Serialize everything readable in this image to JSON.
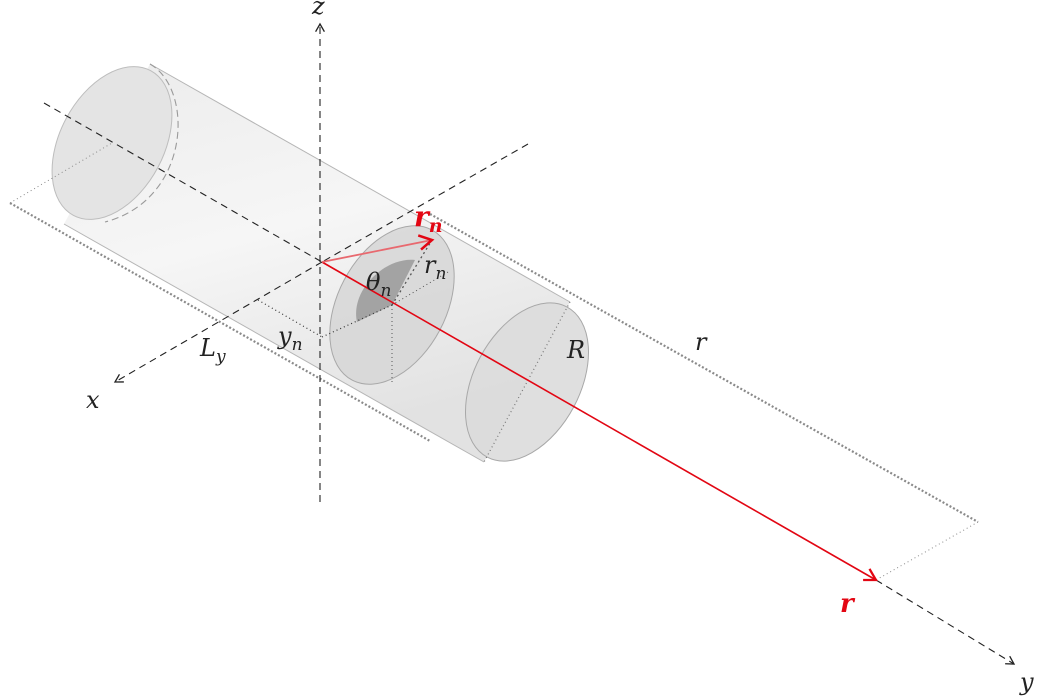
{
  "labels": {
    "axis_z": "z",
    "axis_x": "x",
    "axis_y": "y",
    "vector_r": "r",
    "vector_rn_base": "r",
    "vector_rn_sub": "n",
    "theta_base": "θ",
    "theta_sub": "n",
    "rn_base": "r",
    "rn_sub": "n",
    "yn_base": "y",
    "yn_sub": "n",
    "Ly_base": "L",
    "Ly_sub": "y",
    "R": "R",
    "r_distance": "r"
  },
  "colors": {
    "axis": "#222222",
    "vector": "#e30613",
    "cylinder_fill": "#e6e6e6",
    "cylinder_edge": "#9a9a9a",
    "dotted": "#8a8a8a",
    "sector": "#9c9c9c"
  }
}
